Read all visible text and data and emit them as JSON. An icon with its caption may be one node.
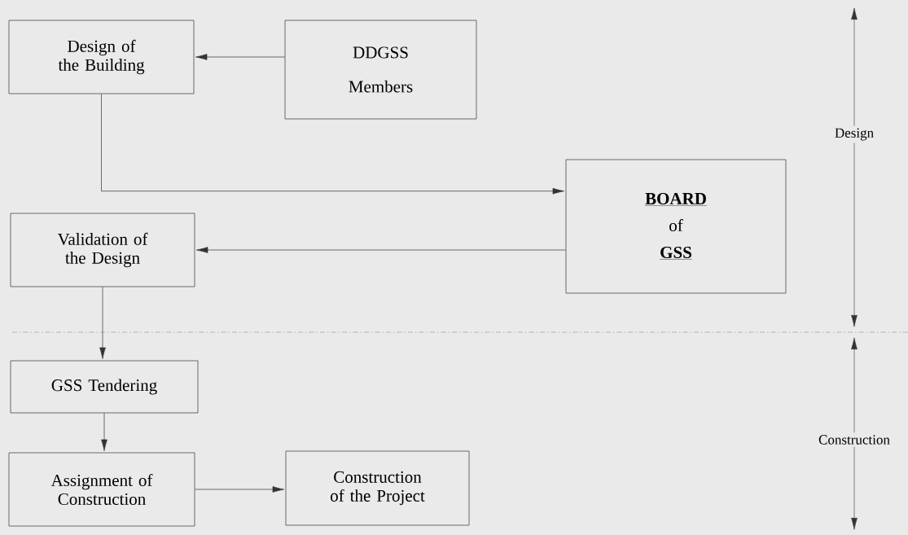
{
  "diagram": {
    "nodes": [
      {
        "text": [
          "Design of the Building"
        ]
      },
      {
        "text": [
          "DDGSS Members"
        ]
      },
      {
        "text": [
          "BOARD",
          "of",
          "GSS"
        ]
      },
      {
        "text": [
          "Validation of the Design"
        ]
      },
      {
        "text": [
          "GSS Tendering"
        ]
      },
      {
        "text": [
          "Assignment of Construction"
        ]
      },
      {
        "text": [
          "Construction of the Project"
        ]
      }
    ],
    "edges": [
      {
        "from": 1,
        "to": 0,
        "arrow": "to"
      },
      {
        "from": 0,
        "to": 2,
        "arrow": "to"
      },
      {
        "from": 2,
        "to": 3,
        "arrow": "to"
      },
      {
        "from": 3,
        "to": 4,
        "arrow": "to"
      },
      {
        "from": 4,
        "to": 5,
        "arrow": "to"
      },
      {
        "from": 5,
        "to": 6,
        "arrow": "to"
      }
    ],
    "labels": [
      "Design",
      "Construction"
    ]
  }
}
